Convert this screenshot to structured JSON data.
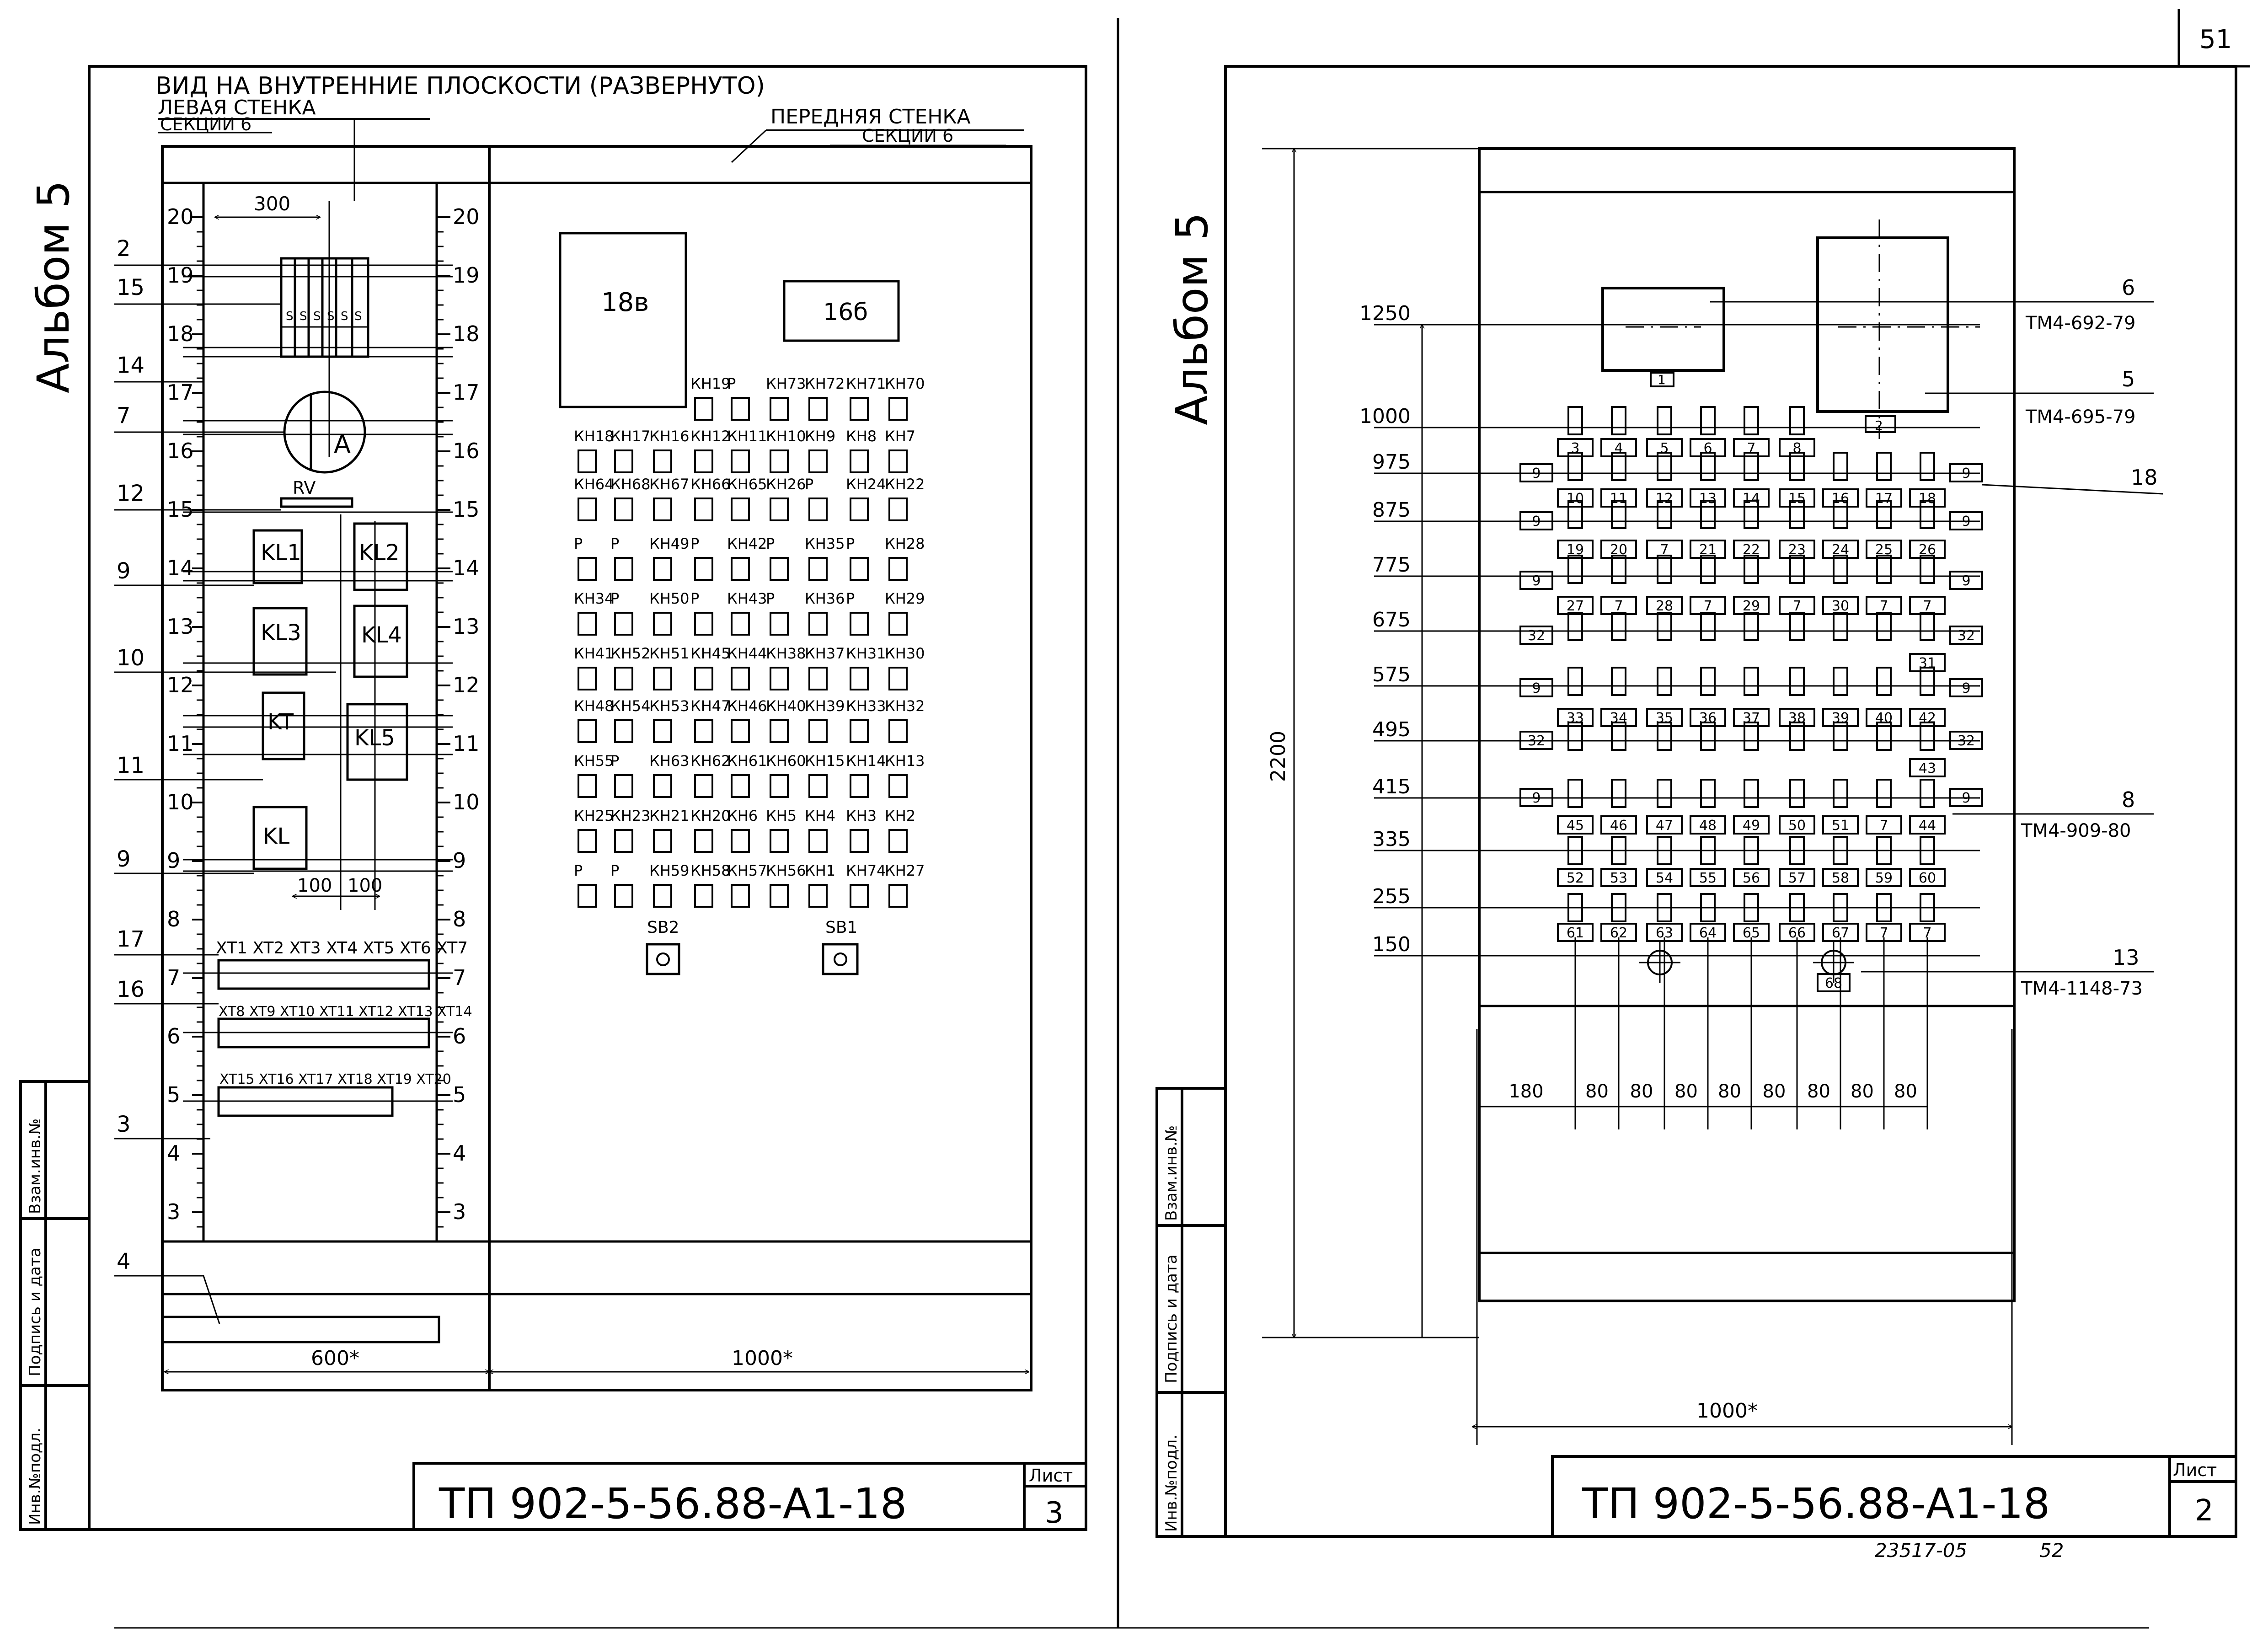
{
  "left_sheet": {
    "album": "Альбом 5",
    "header_title": "ВИД НА ВНУТРЕННИЕ ПЛОСКОСТИ (РАЗВЕРНУТО)",
    "left_wall_label": "ЛЕВАЯ СТЕНКА",
    "left_wall_section": "СЕКЦИИ 6",
    "front_wall_label": "ПЕРЕДНЯЯ СТЕНКА",
    "front_wall_section": "СЕКЦИИ 6",
    "dim_300": "300",
    "dim_100a": "100",
    "dim_100b": "100",
    "dim_600": "600*",
    "dim_1000": "1000*",
    "scale_numbers": [
      "20",
      "19",
      "18",
      "17",
      "16",
      "15",
      "14",
      "13",
      "12",
      "11",
      "10",
      "9",
      "8",
      "7",
      "6",
      "5",
      "4",
      "3"
    ],
    "callouts": [
      "2",
      "15",
      "14",
      "7",
      "12",
      "9",
      "10",
      "11",
      "9",
      "17",
      "16",
      "3",
      "4"
    ],
    "breaker_labels": [
      "S",
      "S",
      "S",
      "S",
      "S",
      "S"
    ],
    "ammeter": "A",
    "rv": "RV",
    "relays": [
      "KL1",
      "KL2",
      "KL3",
      "KL4",
      "KT",
      "KL5",
      "KL"
    ],
    "terminals_row1": "XT1 XT2 XT3 XT4 XT5 XT6 XT7",
    "terminals_row2": "XT8 XT9 XT10 XT11 XT12 XT13 XT14",
    "terminals_row3": "XT15 XT16 XT17 XT18 XT19 XT20",
    "block_18v": "18в",
    "block_16b": "16б",
    "lamp_rows": [
      [
        "КН19",
        "P",
        "КН73",
        "КН72",
        "КН71",
        "КН70"
      ],
      [
        "КН18",
        "КН17",
        "КН16",
        "КН12",
        "КН11",
        "КН10",
        "КН9",
        "КН8",
        "КН7"
      ],
      [
        "КН64",
        "КН68",
        "КН67",
        "КН66",
        "КН65",
        "КН26",
        "P",
        "КН24",
        "КН22"
      ],
      [
        "P",
        "P",
        "КН49",
        "P",
        "КН42",
        "P",
        "КН35",
        "P",
        "КН28"
      ],
      [
        "КН34",
        "P",
        "КН50",
        "P",
        "КН43",
        "P",
        "КН36",
        "P",
        "КН29"
      ],
      [
        "КН41",
        "КН52",
        "КН51",
        "КН45",
        "КН44",
        "КН38",
        "КН37",
        "КН31",
        "КН30"
      ],
      [
        "КН48",
        "КН54",
        "КН53",
        "КН47",
        "КН46",
        "КН40",
        "КН39",
        "КН33",
        "КН32"
      ],
      [
        "КН55",
        "P",
        "КН63",
        "КН62",
        "КН61",
        "КН60",
        "КН15",
        "КН14",
        "КН13"
      ],
      [
        "КН25",
        "КН23",
        "КН21",
        "КН20",
        "КН6",
        "КН5",
        "КН4",
        "КН3",
        "КН2"
      ],
      [
        "P",
        "P",
        "КН59",
        "КН58",
        "КН57",
        "КН56",
        "КН1",
        "КН74",
        "КН27"
      ]
    ],
    "sb2": "SB2",
    "sb1": "SB1",
    "stamp_code": "ТП 902-5-56.88-А1-18",
    "sheet_label": "Лист",
    "sheet_no": "3",
    "side_inv_podl": "Инв.№подл.",
    "side_podpis": "Подпись и дата",
    "side_vzam": "Взам.инв.№"
  },
  "right_sheet": {
    "page_number": "51",
    "album": "Альбом 5",
    "dim_2200": "2200",
    "height_marks": [
      "1250",
      "1000",
      "975",
      "875",
      "775",
      "675",
      "575",
      "495",
      "415",
      "335",
      "255",
      "150"
    ],
    "bottom_dims": [
      "180",
      "80",
      "80",
      "80",
      "80",
      "80",
      "80",
      "80",
      "80"
    ],
    "dim_1000": "1000*",
    "block_1": "1",
    "block_2": "2",
    "leader_6": "6",
    "ref_6": "ТМ4-692-79",
    "leader_5": "5",
    "ref_5": "ТМ4-695-79",
    "leader_18": "18",
    "leader_8": "8",
    "ref_8": "ТМ4-909-80",
    "leader_13": "13",
    "ref_13": "ТМ4-1148-73",
    "label_rows": [
      [
        "3",
        "4",
        "5",
        "6",
        "7",
        "8"
      ],
      [
        "10",
        "11",
        "12",
        "13",
        "14",
        "15",
        "16",
        "17",
        "18"
      ],
      [
        "19",
        "20",
        "7",
        "21",
        "22",
        "23",
        "24",
        "25",
        "26"
      ],
      [
        "27",
        "7",
        "28",
        "7",
        "29",
        "7",
        "30",
        "7",
        "7"
      ],
      [
        "31"
      ],
      [
        "33",
        "34",
        "35",
        "36",
        "37",
        "38",
        "39",
        "40",
        "42"
      ],
      [
        "43"
      ],
      [
        "45",
        "46",
        "47",
        "48",
        "49",
        "50",
        "51",
        "7",
        "44"
      ],
      [
        "52",
        "53",
        "54",
        "55",
        "56",
        "57",
        "58",
        "59",
        "60"
      ],
      [
        "61",
        "62",
        "63",
        "64",
        "65",
        "66",
        "67",
        "7",
        "7"
      ]
    ],
    "side_nine": "9",
    "side_32": "32",
    "lamp_63": "63",
    "lamp_68": "68",
    "stamp_code": "ТП 902-5-56.88-А1-18",
    "sheet_label": "Лист",
    "sheet_no": "2",
    "footer_code": "23517-05",
    "footer_page": "52",
    "side_inv_podl": "Инв.№подл.",
    "side_podpis": "Подпись и дата",
    "side_vzam": "Взам.инв.№"
  }
}
